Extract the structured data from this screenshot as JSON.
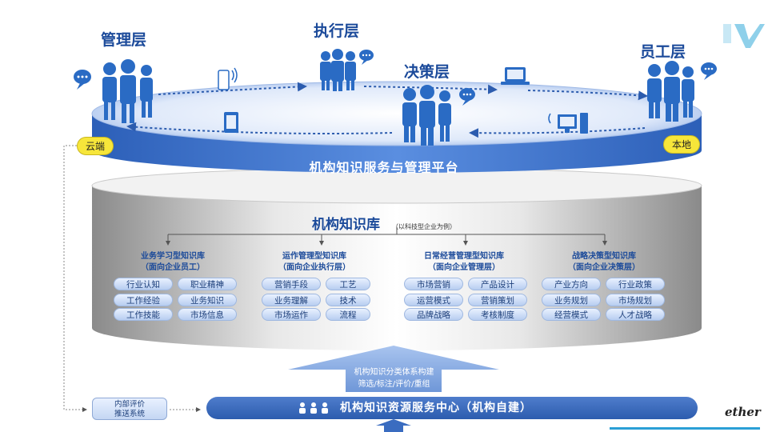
{
  "roles": {
    "management": "管理层",
    "execution": "执行层",
    "decision": "决策层",
    "staff": "员工层"
  },
  "tags": {
    "cloud": "云端",
    "local": "本地"
  },
  "platform_title": "机构知识服务与管理平台",
  "library": {
    "title": "机构知识库",
    "subtitle": "（以科技型企业为例）"
  },
  "categories": [
    {
      "name": "业务学习型知识库",
      "audience": "（面向企业员工）",
      "items": [
        "行业认知",
        "职业精神",
        "工作经验",
        "业务知识",
        "工作技能",
        "市场信息"
      ]
    },
    {
      "name": "运作管理型知识库",
      "audience": "（面向企业执行层）",
      "items": [
        "营销手段",
        "工艺",
        "业务理解",
        "技术",
        "市场运作",
        "流程"
      ]
    },
    {
      "name": "日常经营管理型知识库",
      "audience": "（面向企业管理层）",
      "items": [
        "市场营销",
        "产品设计",
        "运营模式",
        "营销策划",
        "品牌战略",
        "考核制度"
      ]
    },
    {
      "name": "战略决策型知识库",
      "audience": "（面向企业决策层）",
      "items": [
        "产业方向",
        "行业政策",
        "业务规划",
        "市场规划",
        "经营模式",
        "人才战略"
      ]
    }
  ],
  "arrow_text": {
    "line1": "机构知识分类体系构建",
    "line2": "筛选/标注/评价/重组"
  },
  "eval_box": {
    "line1": "内部评价",
    "line2": "推送系统"
  },
  "center": "机构知识资源服务中心（机构自建）",
  "signature": "ether",
  "colors": {
    "primary": "#2c5cae",
    "accent_yellow": "#f7e63a",
    "person": "#2a6bc4"
  }
}
